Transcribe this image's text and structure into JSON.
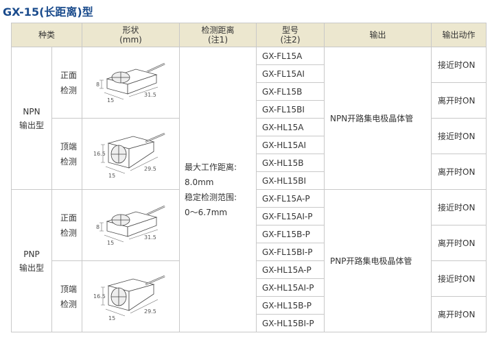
{
  "title": "GX-15(长距离)型",
  "headers": {
    "kind": "种类",
    "shape_line1": "形状",
    "shape_line2": "(mm)",
    "distance_line1": "检测距离",
    "distance_line2": "(注1)",
    "model_line1": "型号",
    "model_line2": "(注2)",
    "output": "输出",
    "action": "输出动作"
  },
  "groups": [
    {
      "type_line1": "NPN",
      "type_line2": "输出型",
      "output": "NPN开路集电极晶体管",
      "subgroups": [
        {
          "face_line1": "正面",
          "face_line2": "检测",
          "dims": {
            "h": "8",
            "w": "15",
            "l": "31.5"
          },
          "models": [
            "GX-FL15A",
            "GX-FL15AI",
            "GX-FL15B",
            "GX-FL15BI"
          ],
          "actions": [
            "接近时ON",
            "离开时ON"
          ]
        },
        {
          "face_line1": "顶端",
          "face_line2": "检测",
          "dims": {
            "h": "16.5",
            "w": "15",
            "l": "29.5"
          },
          "models": [
            "GX-HL15A",
            "GX-HL15AI",
            "GX-HL15B",
            "GX-HL15BI"
          ],
          "actions": [
            "接近时ON",
            "离开时ON"
          ]
        }
      ]
    },
    {
      "type_line1": "PNP",
      "type_line2": "输出型",
      "output": "PNP开路集电极晶体管",
      "subgroups": [
        {
          "face_line1": "正面",
          "face_line2": "检测",
          "dims": {
            "h": "8",
            "w": "15",
            "l": "31.5"
          },
          "models": [
            "GX-FL15A-P",
            "GX-FL15AI-P",
            "GX-FL15B-P",
            "GX-FL15BI-P"
          ],
          "actions": [
            "接近时ON",
            "离开时ON"
          ]
        },
        {
          "face_line1": "顶端",
          "face_line2": "检测",
          "dims": {
            "h": "16.5",
            "w": "15",
            "l": "29.5"
          },
          "models": [
            "GX-HL15A-P",
            "GX-HL15AI-P",
            "GX-HL15B-P",
            "GX-HL15BI-P"
          ],
          "actions": [
            "接近时ON",
            "离开时ON"
          ]
        }
      ]
    }
  ],
  "distance": {
    "line1": "最大工作距离:",
    "line2": "8.0mm",
    "line3": "稳定检测范围:",
    "line4": "0～6.7mm"
  },
  "colors": {
    "title": "#1a4b8c",
    "header_bg": "#ece7cf",
    "border": "#c8c8c8"
  }
}
